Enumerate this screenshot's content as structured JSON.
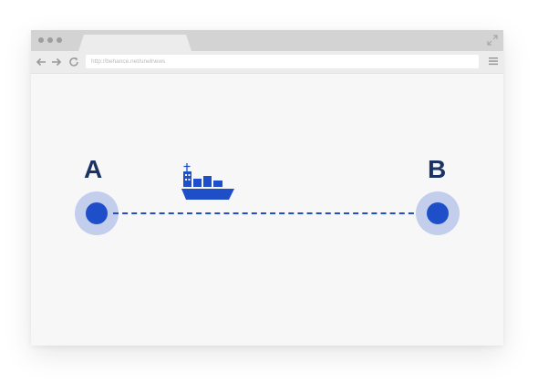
{
  "browser": {
    "url": "http://behance.net/unelnews",
    "window_controls": [
      "dot",
      "dot",
      "dot"
    ],
    "icons": {
      "back": "arrow-left-icon",
      "forward": "arrow-right-icon",
      "reload": "reload-icon",
      "menu": "hamburger-menu-icon",
      "fullscreen": "expand-icon"
    }
  },
  "illustration": {
    "origin_label": "A",
    "destination_label": "B",
    "vehicle_icon": "cargo-ship-icon",
    "route_style": "dashed",
    "colors": {
      "accent": "#1e4fc9",
      "halo": "#c3ceed",
      "label": "#1a3363"
    }
  }
}
